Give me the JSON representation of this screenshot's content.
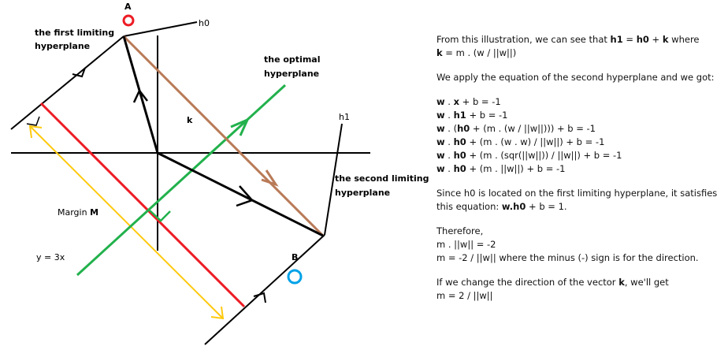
{
  "diagram": {
    "labels": {
      "point_a": "A",
      "point_b": "B",
      "h0": "h0",
      "h1": "h1",
      "first_hyperplane_l1": "the first limiting",
      "first_hyperplane_l2": "hyperplane",
      "optimal_l1": "the optimal",
      "optimal_l2": "hyperplane",
      "second_hyperplane_l1": "the second limiting",
      "second_hyperplane_l2": "hyperplane",
      "k": "k",
      "margin_text": "Margin",
      "margin_symbol": "M",
      "line_eq": "y = 3x"
    },
    "colors": {
      "optimal": "#22b14c",
      "margin_line": "#ed1c24",
      "yellow_arrow": "#ffc90e",
      "k_vector": "#b97a57",
      "point_a": "#ed1c24",
      "point_b": "#00a2e8",
      "black": "#000000"
    }
  },
  "explanation": {
    "p1_a": "From this illustration, we can see that ",
    "p1_b": "h1",
    "p1_c": " = ",
    "p1_d": "h0",
    "p1_e": " + ",
    "p1_f": "k",
    "p1_g": " where",
    "p1_h": "k",
    "p1_i": " = m . (w / ||w||)",
    "p2": "We apply the equation of the second hyperplane and we got:",
    "eq1_a": "w",
    "eq1_b": " . ",
    "eq1_c": "x",
    "eq1_d": " + b = -1",
    "eq2_a": "w",
    "eq2_b": " . ",
    "eq2_c": "h1",
    "eq2_d": " + b = -1",
    "eq3_a": "w",
    "eq3_b": " . (",
    "eq3_c": "h0",
    "eq3_d": " + (m . (w / ||w||))) + b = -1",
    "eq4_a": "w",
    "eq4_b": " . ",
    "eq4_c": "h0",
    "eq4_d": " + (m . (w . w) / ||w||) + b = -1",
    "eq5_a": "w",
    "eq5_b": " . ",
    "eq5_c": "h0",
    "eq5_d": " + (m . (sqr(||w||)) / ||w||) + b = -1",
    "eq6_a": "w",
    "eq6_b": " . ",
    "eq6_c": "h0",
    "eq6_d": " + (m . ||w||) + b = -1",
    "p3_a": "Since h0 is located on the first limiting hyperplane, it satisfies this equation: ",
    "p3_b": "w.h0",
    "p3_c": " + b = 1.",
    "p4_l1": "Therefore,",
    "p4_l2": "m . ||w|| = -2",
    "p4_l3": "m = -2 / ||w|| where the minus (-) sign is for the direction.",
    "p5_a": "If we change the direction of the vector ",
    "p5_b": "k",
    "p5_c": ", we'll get",
    "p5_d": "m = 2 / ||w||"
  }
}
